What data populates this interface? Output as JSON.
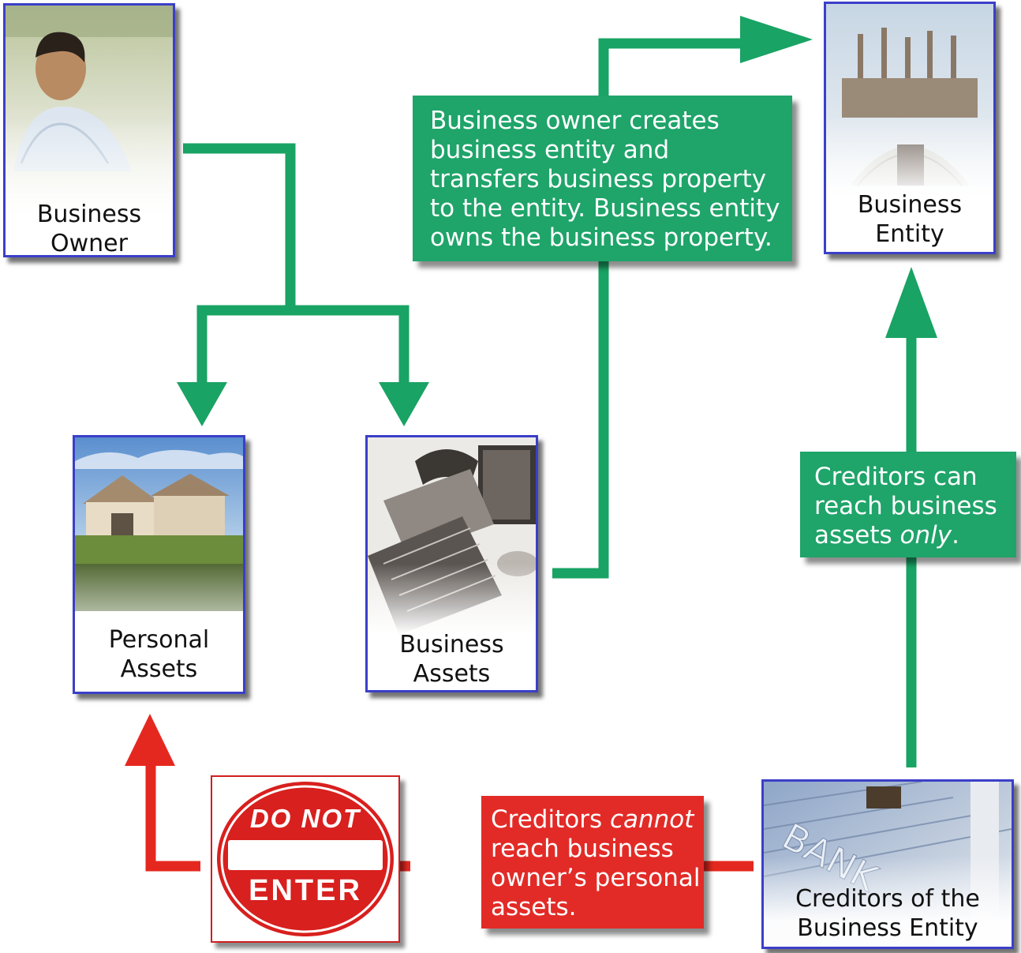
{
  "colors": {
    "flow_green": "#19a364",
    "flow_red": "#e5281f",
    "card_border": "#3b3fc8",
    "note_green": "#1fa46a",
    "note_red": "#e22b27"
  },
  "cards": {
    "business_owner": {
      "line1": "Business",
      "line2": "Owner",
      "image": "man-portrait"
    },
    "business_entity": {
      "line1": "Business",
      "line2": "Entity",
      "image": "factory-building"
    },
    "personal_assets": {
      "line1": "Personal",
      "line2": "Assets",
      "image": "house"
    },
    "business_assets": {
      "line1": "Business",
      "line2": "Assets",
      "image": "phone-keyboard-monitor"
    },
    "creditors": {
      "line1": "Creditors of the",
      "line2": "Business Entity",
      "image": "bank-building"
    }
  },
  "notes": {
    "owner_creates": {
      "line1": "Business owner creates",
      "line2": "business entity and",
      "line3": "transfers business property",
      "line4": "to the entity. Business entity",
      "line5": "owns the business property."
    },
    "creditors_can": {
      "line1": "Creditors can",
      "line2": "reach business",
      "line3_pre": "assets ",
      "line3_em": "only",
      "line3_post": "."
    },
    "creditors_cannot": {
      "line1_pre": "Creditors ",
      "line1_em": "cannot",
      "line2": "reach business",
      "line3": "owner’s personal",
      "line4": "assets."
    }
  },
  "sign": {
    "top": "DO  NOT",
    "bottom": "ENTER",
    "icon": "do-not-enter-sign-icon"
  }
}
